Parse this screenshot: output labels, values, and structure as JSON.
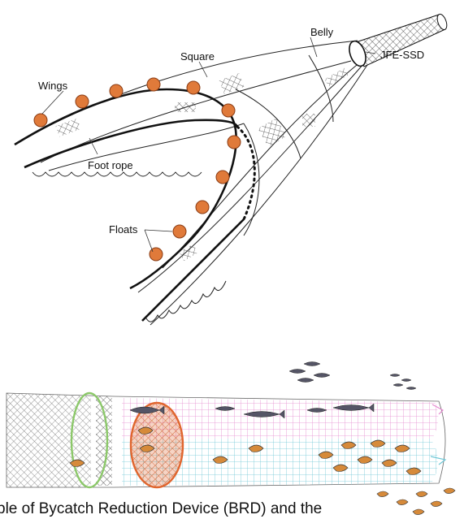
{
  "upper_diagram": {
    "labels": {
      "belly": "Belly",
      "square": "Square",
      "wings": "Wings",
      "jfe_ssd": "JFE-SSD",
      "foot_rope": "Foot rope",
      "floats": "Floats"
    }
  },
  "caption": {
    "text": "ple of Bycatch Reduction Device (BRD) and the"
  },
  "colors": {
    "float": "#e07a3a",
    "cod_end_mesh": "#6fc7d6",
    "upper_panel_mesh": "#e58ad0",
    "grid_ring": "#8cc86a",
    "escape_panel": "#e0662e"
  }
}
